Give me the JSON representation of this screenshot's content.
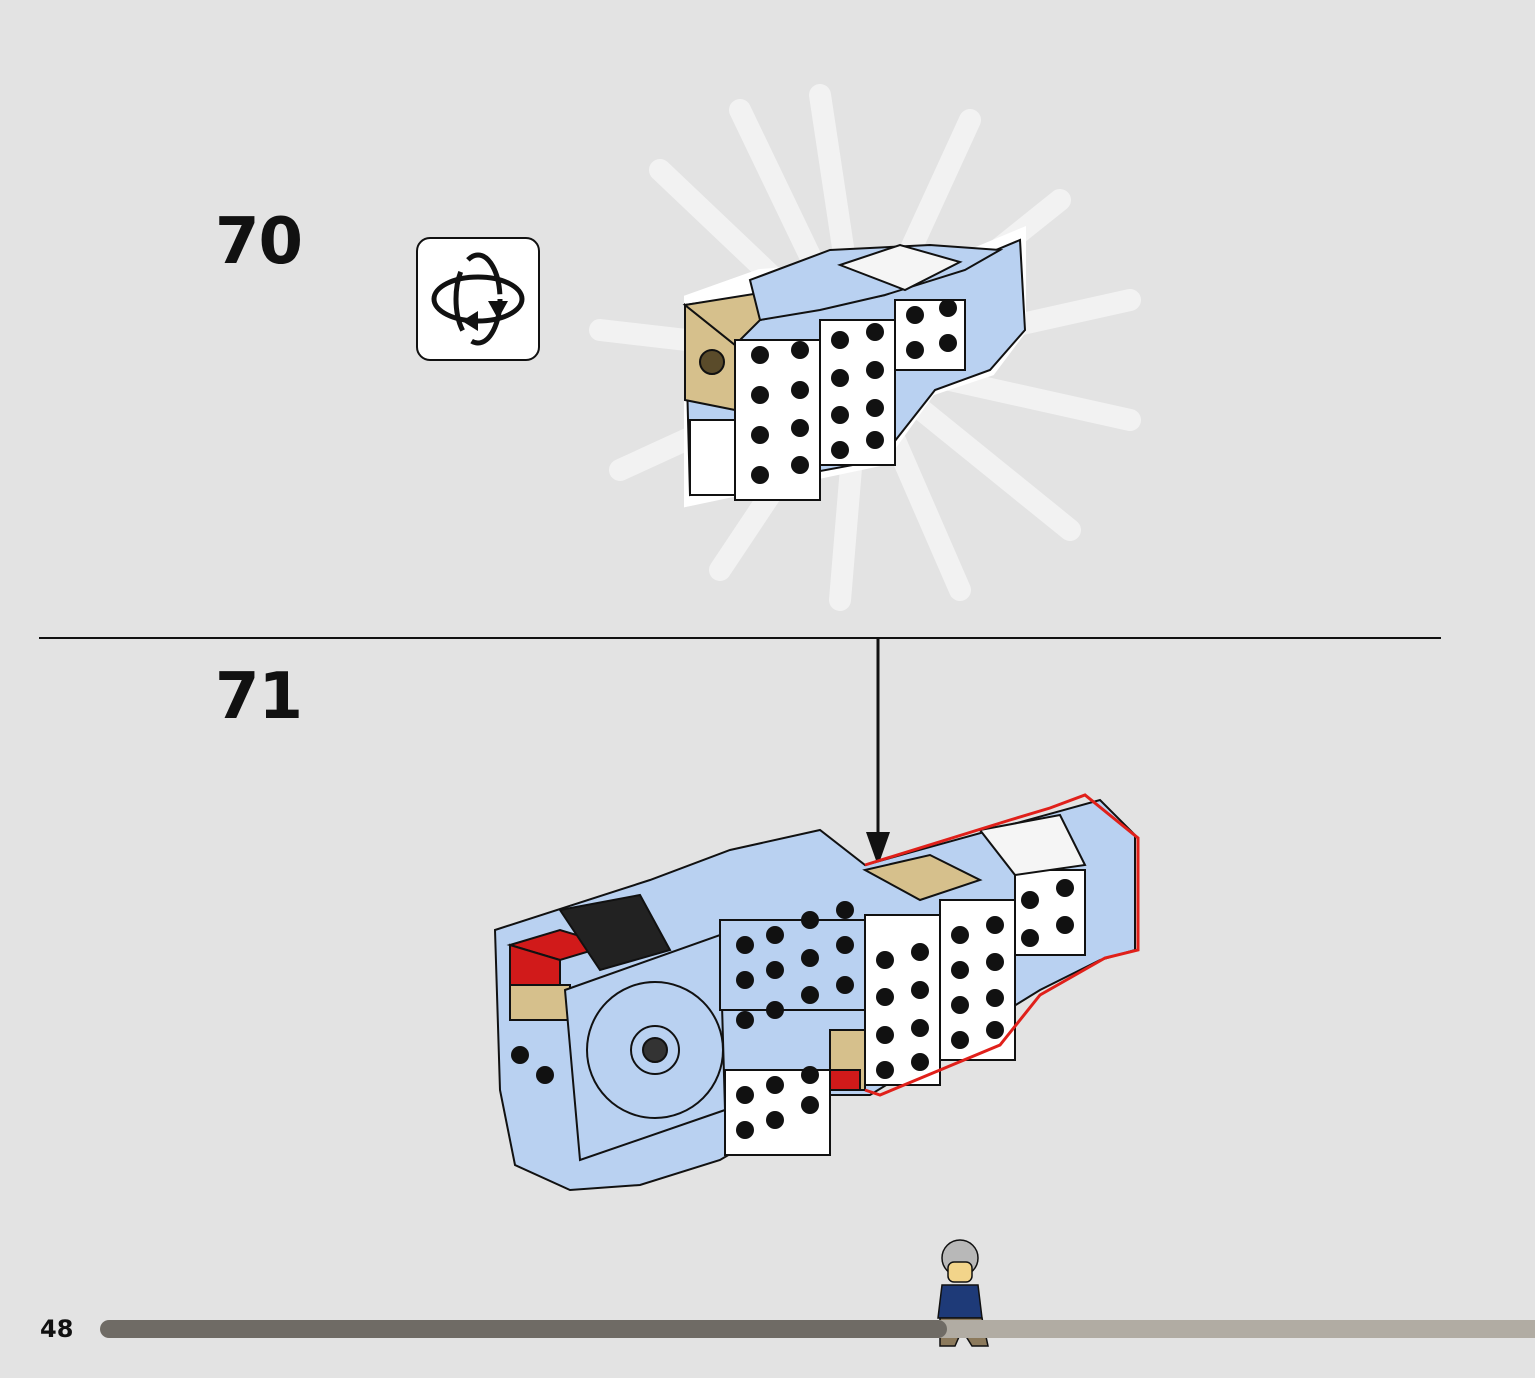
{
  "steps": [
    {
      "number": "70",
      "icon": "rotate-model-icon"
    },
    {
      "number": "71"
    }
  ],
  "footer": {
    "page_number": "48",
    "progress_fraction": 0.59,
    "progress_icon": "minifigure-walker-icon"
  },
  "colors": {
    "background": "#e3e3e3",
    "new_parts_outline": "#e0201a",
    "light_blue": "#b9d1f1",
    "tan": "#d6c08c",
    "white": "#ffffff",
    "red": "#d11a1a"
  }
}
